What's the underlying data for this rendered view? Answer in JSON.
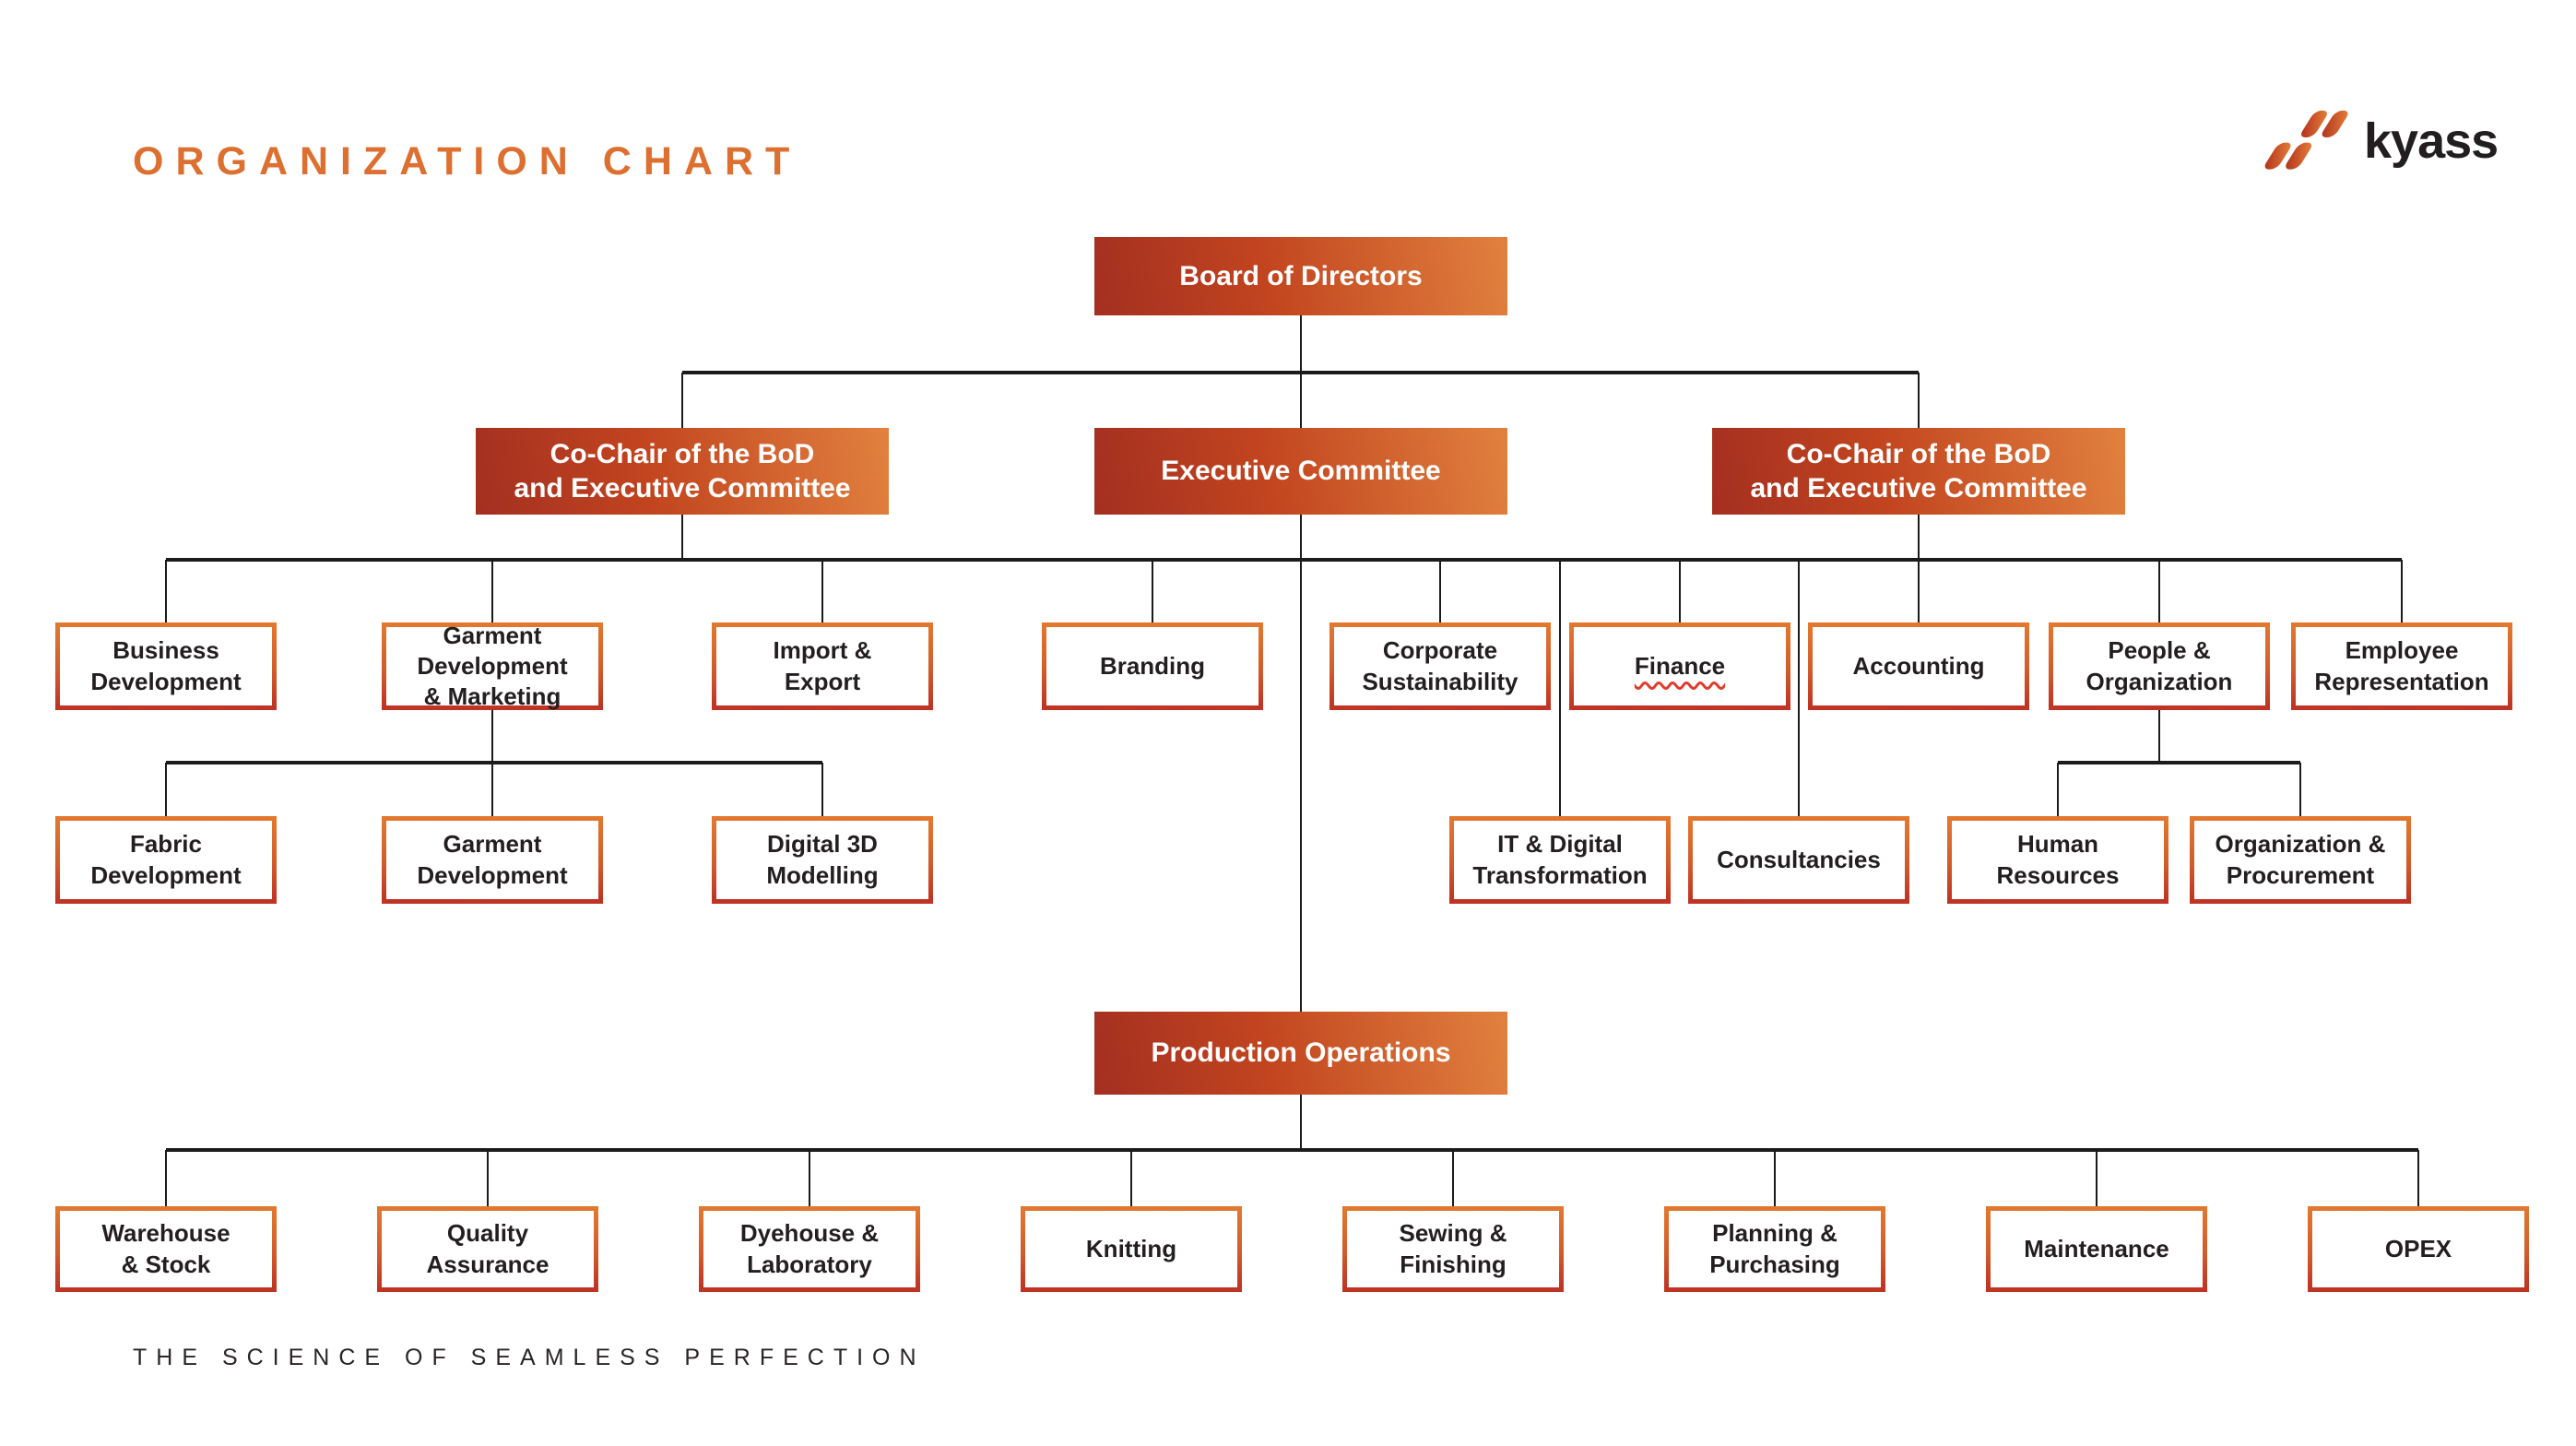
{
  "page": {
    "title": "ORGANIZATION CHART",
    "footer": "THE SCIENCE OF SEAMLESS PERFECTION",
    "brand": {
      "name": "kyass",
      "icon": "kyass-s-mark"
    }
  },
  "colors": {
    "accent_orange": "#DD7030",
    "filled_gradient_start": "#A42F21",
    "filled_gradient_end": "#E1813F",
    "outline_border_top": "#E2772F",
    "outline_border_bottom": "#BF3424",
    "text_dark": "#231F20",
    "connector_line": "#1B1B1B",
    "spellcheck_red": "#E23B2A"
  },
  "org": {
    "nodes": [
      {
        "id": "board",
        "label": "Board of Directors",
        "type": "filled"
      },
      {
        "id": "cochair-left",
        "label": "Co-Chair of the BoD\nand Executive Committee",
        "type": "filled"
      },
      {
        "id": "exec",
        "label": "Executive Committee",
        "type": "filled"
      },
      {
        "id": "cochair-right",
        "label": "Co-Chair of the BoD\nand Executive Committee",
        "type": "filled"
      },
      {
        "id": "business-development",
        "label": "Business\nDevelopment",
        "type": "outline"
      },
      {
        "id": "garment-development-marketing",
        "label": "Garment\nDevelopment\n& Marketing",
        "type": "outline"
      },
      {
        "id": "import-export",
        "label": "Import &\nExport",
        "type": "outline"
      },
      {
        "id": "branding",
        "label": "Branding",
        "type": "outline"
      },
      {
        "id": "corporate-sustainability",
        "label": "Corporate\nSustainability",
        "type": "outline"
      },
      {
        "id": "finance",
        "label": "Finance",
        "type": "outline",
        "spellcheck_underline": true
      },
      {
        "id": "accounting",
        "label": "Accounting",
        "type": "outline"
      },
      {
        "id": "people-organization",
        "label": "People &\nOrganization",
        "type": "outline"
      },
      {
        "id": "employee-representation",
        "label": "Employee\nRepresentation",
        "type": "outline"
      },
      {
        "id": "fabric-development",
        "label": "Fabric\nDevelopment",
        "type": "outline"
      },
      {
        "id": "garment-development",
        "label": "Garment\nDevelopment",
        "type": "outline"
      },
      {
        "id": "digital-3d-modelling",
        "label": "Digital 3D\nModelling",
        "type": "outline"
      },
      {
        "id": "it-digital-transformation",
        "label": "IT & Digital\nTransformation",
        "type": "outline"
      },
      {
        "id": "consultancies",
        "label": "Consultancies",
        "type": "outline"
      },
      {
        "id": "human-resources",
        "label": "Human\nResources",
        "type": "outline"
      },
      {
        "id": "organization-procurement",
        "label": "Organization &\nProcurement",
        "type": "outline"
      },
      {
        "id": "production-operations",
        "label": "Production Operations",
        "type": "filled"
      },
      {
        "id": "warehouse-stock",
        "label": "Warehouse\n& Stock",
        "type": "outline"
      },
      {
        "id": "quality-assurance",
        "label": "Quality\nAssurance",
        "type": "outline"
      },
      {
        "id": "dyehouse-laboratory",
        "label": "Dyehouse &\nLaboratory",
        "type": "outline"
      },
      {
        "id": "knitting",
        "label": "Knitting",
        "type": "outline"
      },
      {
        "id": "sewing-finishing",
        "label": "Sewing &\nFinishing",
        "type": "outline"
      },
      {
        "id": "planning-purchasing",
        "label": "Planning &\nPurchasing",
        "type": "outline"
      },
      {
        "id": "maintenance",
        "label": "Maintenance",
        "type": "outline"
      },
      {
        "id": "opex",
        "label": "OPEX",
        "type": "outline"
      }
    ],
    "connections": {
      "board_to": [
        "cochair-left",
        "exec",
        "cochair-right"
      ],
      "level2_shared_bus_children": [
        "business-development",
        "garment-development-marketing",
        "import-export",
        "branding",
        "corporate-sustainability",
        "finance",
        "accounting",
        "people-organization",
        "employee-representation",
        "it-digital-transformation",
        "consultancies",
        "production-operations"
      ],
      "garment_development_marketing_children": [
        "fabric-development",
        "garment-development",
        "digital-3d-modelling"
      ],
      "people_organization_children": [
        "human-resources",
        "organization-procurement"
      ],
      "production_operations_children": [
        "warehouse-stock",
        "quality-assurance",
        "dyehouse-laboratory",
        "knitting",
        "sewing-finishing",
        "planning-purchasing",
        "maintenance",
        "opex"
      ]
    }
  }
}
